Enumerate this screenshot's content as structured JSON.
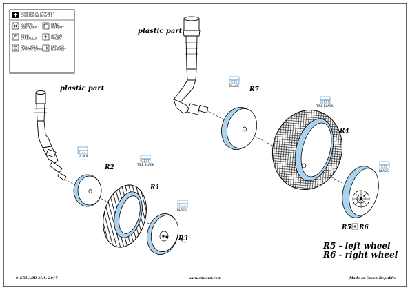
{
  "legend": {
    "symmetrical": "SYMETRICAL ASSEMBLY\nSYMETRICKÁ MONTÁŽ",
    "items": [
      {
        "icon": "remove-icon",
        "text": "REMOVE\nODSTRANIT"
      },
      {
        "icon": "bend-icon",
        "text": "BEND\nOHNOUT"
      },
      {
        "icon": "bend-carefully-icon",
        "text": "BEND\nCAREFULLY"
      },
      {
        "icon": "option-icon",
        "text": "OPTION\nVOLBA"
      },
      {
        "icon": "drill-icon",
        "text": "DRILL HOLE\nVYVRTAT OTVOR"
      },
      {
        "icon": "replace-icon",
        "text": "REPLACE\nNAHRADIT"
      }
    ]
  },
  "labels": {
    "plastic_part_left": "plastic part",
    "plastic_part_right": "plastic part",
    "r1": "R1",
    "r2": "R2",
    "r3": "R3",
    "r4": "R4",
    "r7": "R7",
    "r5": "R5",
    "r6": "R6",
    "r5_left": "R5 - left wheel",
    "r6_right": "R6 - right wheel"
  },
  "paint_codes": {
    "r2": {
      "code": "C33",
      "name": "BLACK"
    },
    "r1": {
      "code": "C137",
      "name": "TIRE BLACK"
    },
    "r3": {
      "code": "C33",
      "name": "BLACK"
    },
    "r7": {
      "code": "C33",
      "name": "BLACK"
    },
    "r4": {
      "code": "C137",
      "name": "TIRE BLACK"
    },
    "r5": {
      "code": "C33",
      "name": "BLACK"
    }
  },
  "footer": {
    "left": "© EDUARD M.A. 2017",
    "center": "www.eduard.com",
    "right": "Made in Czech Republic"
  },
  "colors": {
    "part_blue": "#a9d3ee",
    "code_blue": "#1f6fb2",
    "line": "#000000"
  }
}
